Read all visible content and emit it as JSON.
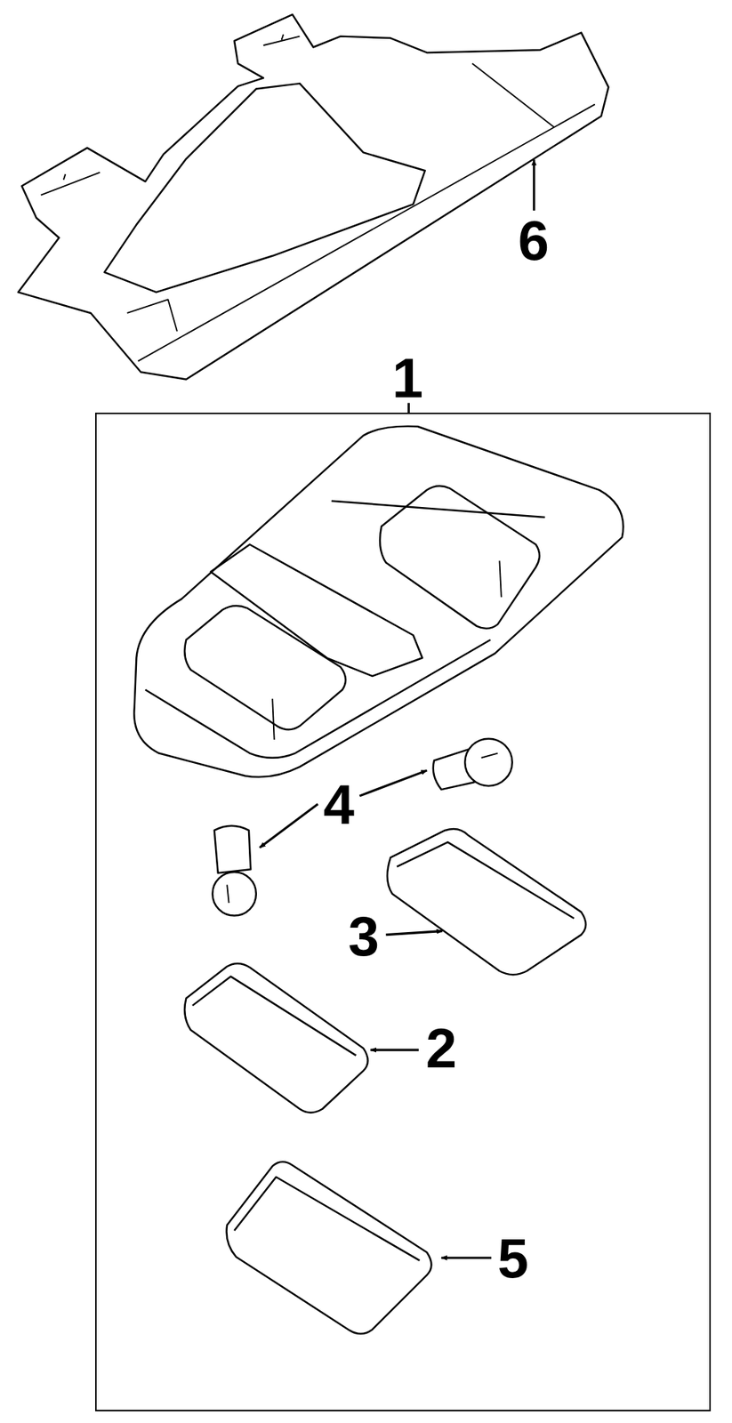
{
  "diagram": {
    "nodes": [
      {
        "text": [
          "1"
        ]
      }
    ],
    "labels": [
      "6",
      "4",
      "3",
      "2",
      "5"
    ]
  }
}
